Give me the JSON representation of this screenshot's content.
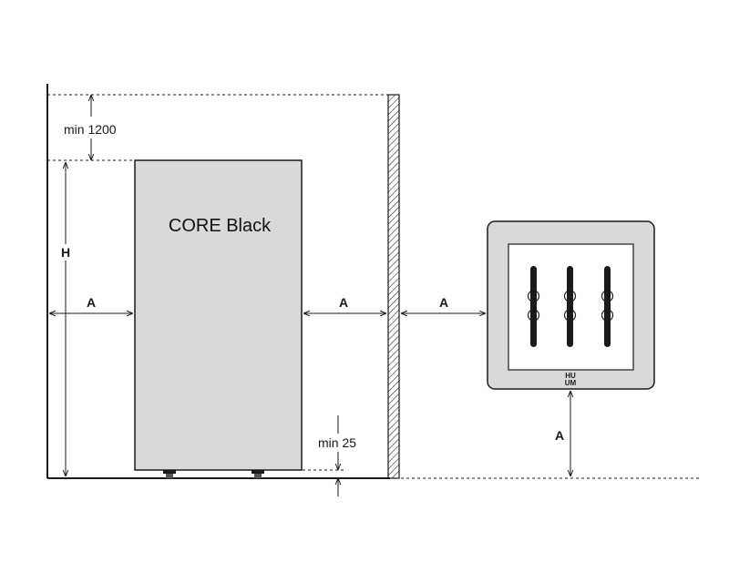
{
  "heater": {
    "name": "CORE Black"
  },
  "dimensions": {
    "ceiling_clearance": "min 1200",
    "floor_clearance": "min 25",
    "height": "H",
    "side_left": "A",
    "side_right": "A",
    "front": "A",
    "top_view_front": "A",
    "top_view_bottom": "A"
  },
  "logo": {
    "text": "HUUM"
  },
  "colors": {
    "heater_fill": "#d9d9d9",
    "line": "#1a1a1a",
    "outer_frame_fill": "#d9d9d9",
    "stone_bar": "#1a1a1a"
  }
}
